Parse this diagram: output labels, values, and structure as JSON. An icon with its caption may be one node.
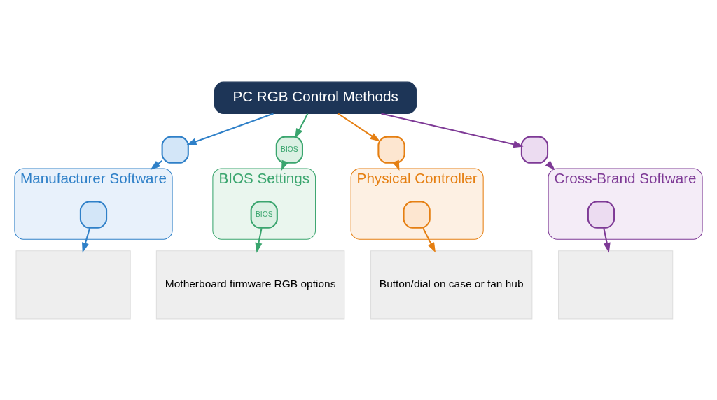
{
  "diagram": {
    "nodes": [
      {
        "text": [
          "PC RGB Control Methods"
        ]
      },
      {
        "text": [],
        "shape": "box"
      },
      {
        "text": [
          "Manufacturer Software"
        ]
      },
      {
        "text": [],
        "shape": "box",
        "in": 2
      },
      {
        "text": [],
        "shape": "box"
      },
      {
        "text": [
          "BIOS"
        ]
      },
      {
        "text": [
          "BIOS Settings"
        ]
      },
      {
        "text": [
          "BIOS"
        ],
        "in": 6
      },
      {
        "text": [
          "Motherboard firmware RGB options"
        ]
      },
      {
        "text": [],
        "shape": "box"
      },
      {
        "text": [
          "Physical Controller"
        ]
      },
      {
        "text": [],
        "shape": "box",
        "in": 10
      },
      {
        "text": [
          "Button/dial on case or fan hub"
        ]
      },
      {
        "text": [],
        "shape": "box"
      },
      {
        "text": [
          "Cross-Brand Software"
        ]
      },
      {
        "text": [],
        "shape": "box",
        "in": 14
      },
      {
        "text": [],
        "shape": "box"
      }
    ],
    "edges": [
      {
        "from": 0,
        "to": 1,
        "arrow": "to",
        "color": "#2f80c8"
      },
      {
        "from": 1,
        "to": 2,
        "arrow": "to",
        "color": "#2f80c8"
      },
      {
        "from": 3,
        "to": 4,
        "arrow": "to",
        "color": "#2f80c8"
      },
      {
        "from": 0,
        "to": 5,
        "arrow": "to",
        "color": "#3aa56e"
      },
      {
        "from": 5,
        "to": 6,
        "arrow": "to",
        "color": "#3aa56e"
      },
      {
        "from": 7,
        "to": 8,
        "arrow": "to",
        "color": "#3aa56e"
      },
      {
        "from": 0,
        "to": 9,
        "arrow": "to",
        "color": "#e57f12"
      },
      {
        "from": 9,
        "to": 10,
        "arrow": "to",
        "color": "#e57f12"
      },
      {
        "from": 11,
        "to": 12,
        "arrow": "to",
        "color": "#e57f12"
      },
      {
        "from": 0,
        "to": 13,
        "arrow": "to",
        "color": "#7e3a96"
      },
      {
        "from": 13,
        "to": 14,
        "arrow": "to",
        "color": "#7e3a96"
      },
      {
        "from": 15,
        "to": 16,
        "arrow": "to",
        "color": "#7e3a96"
      }
    ]
  }
}
